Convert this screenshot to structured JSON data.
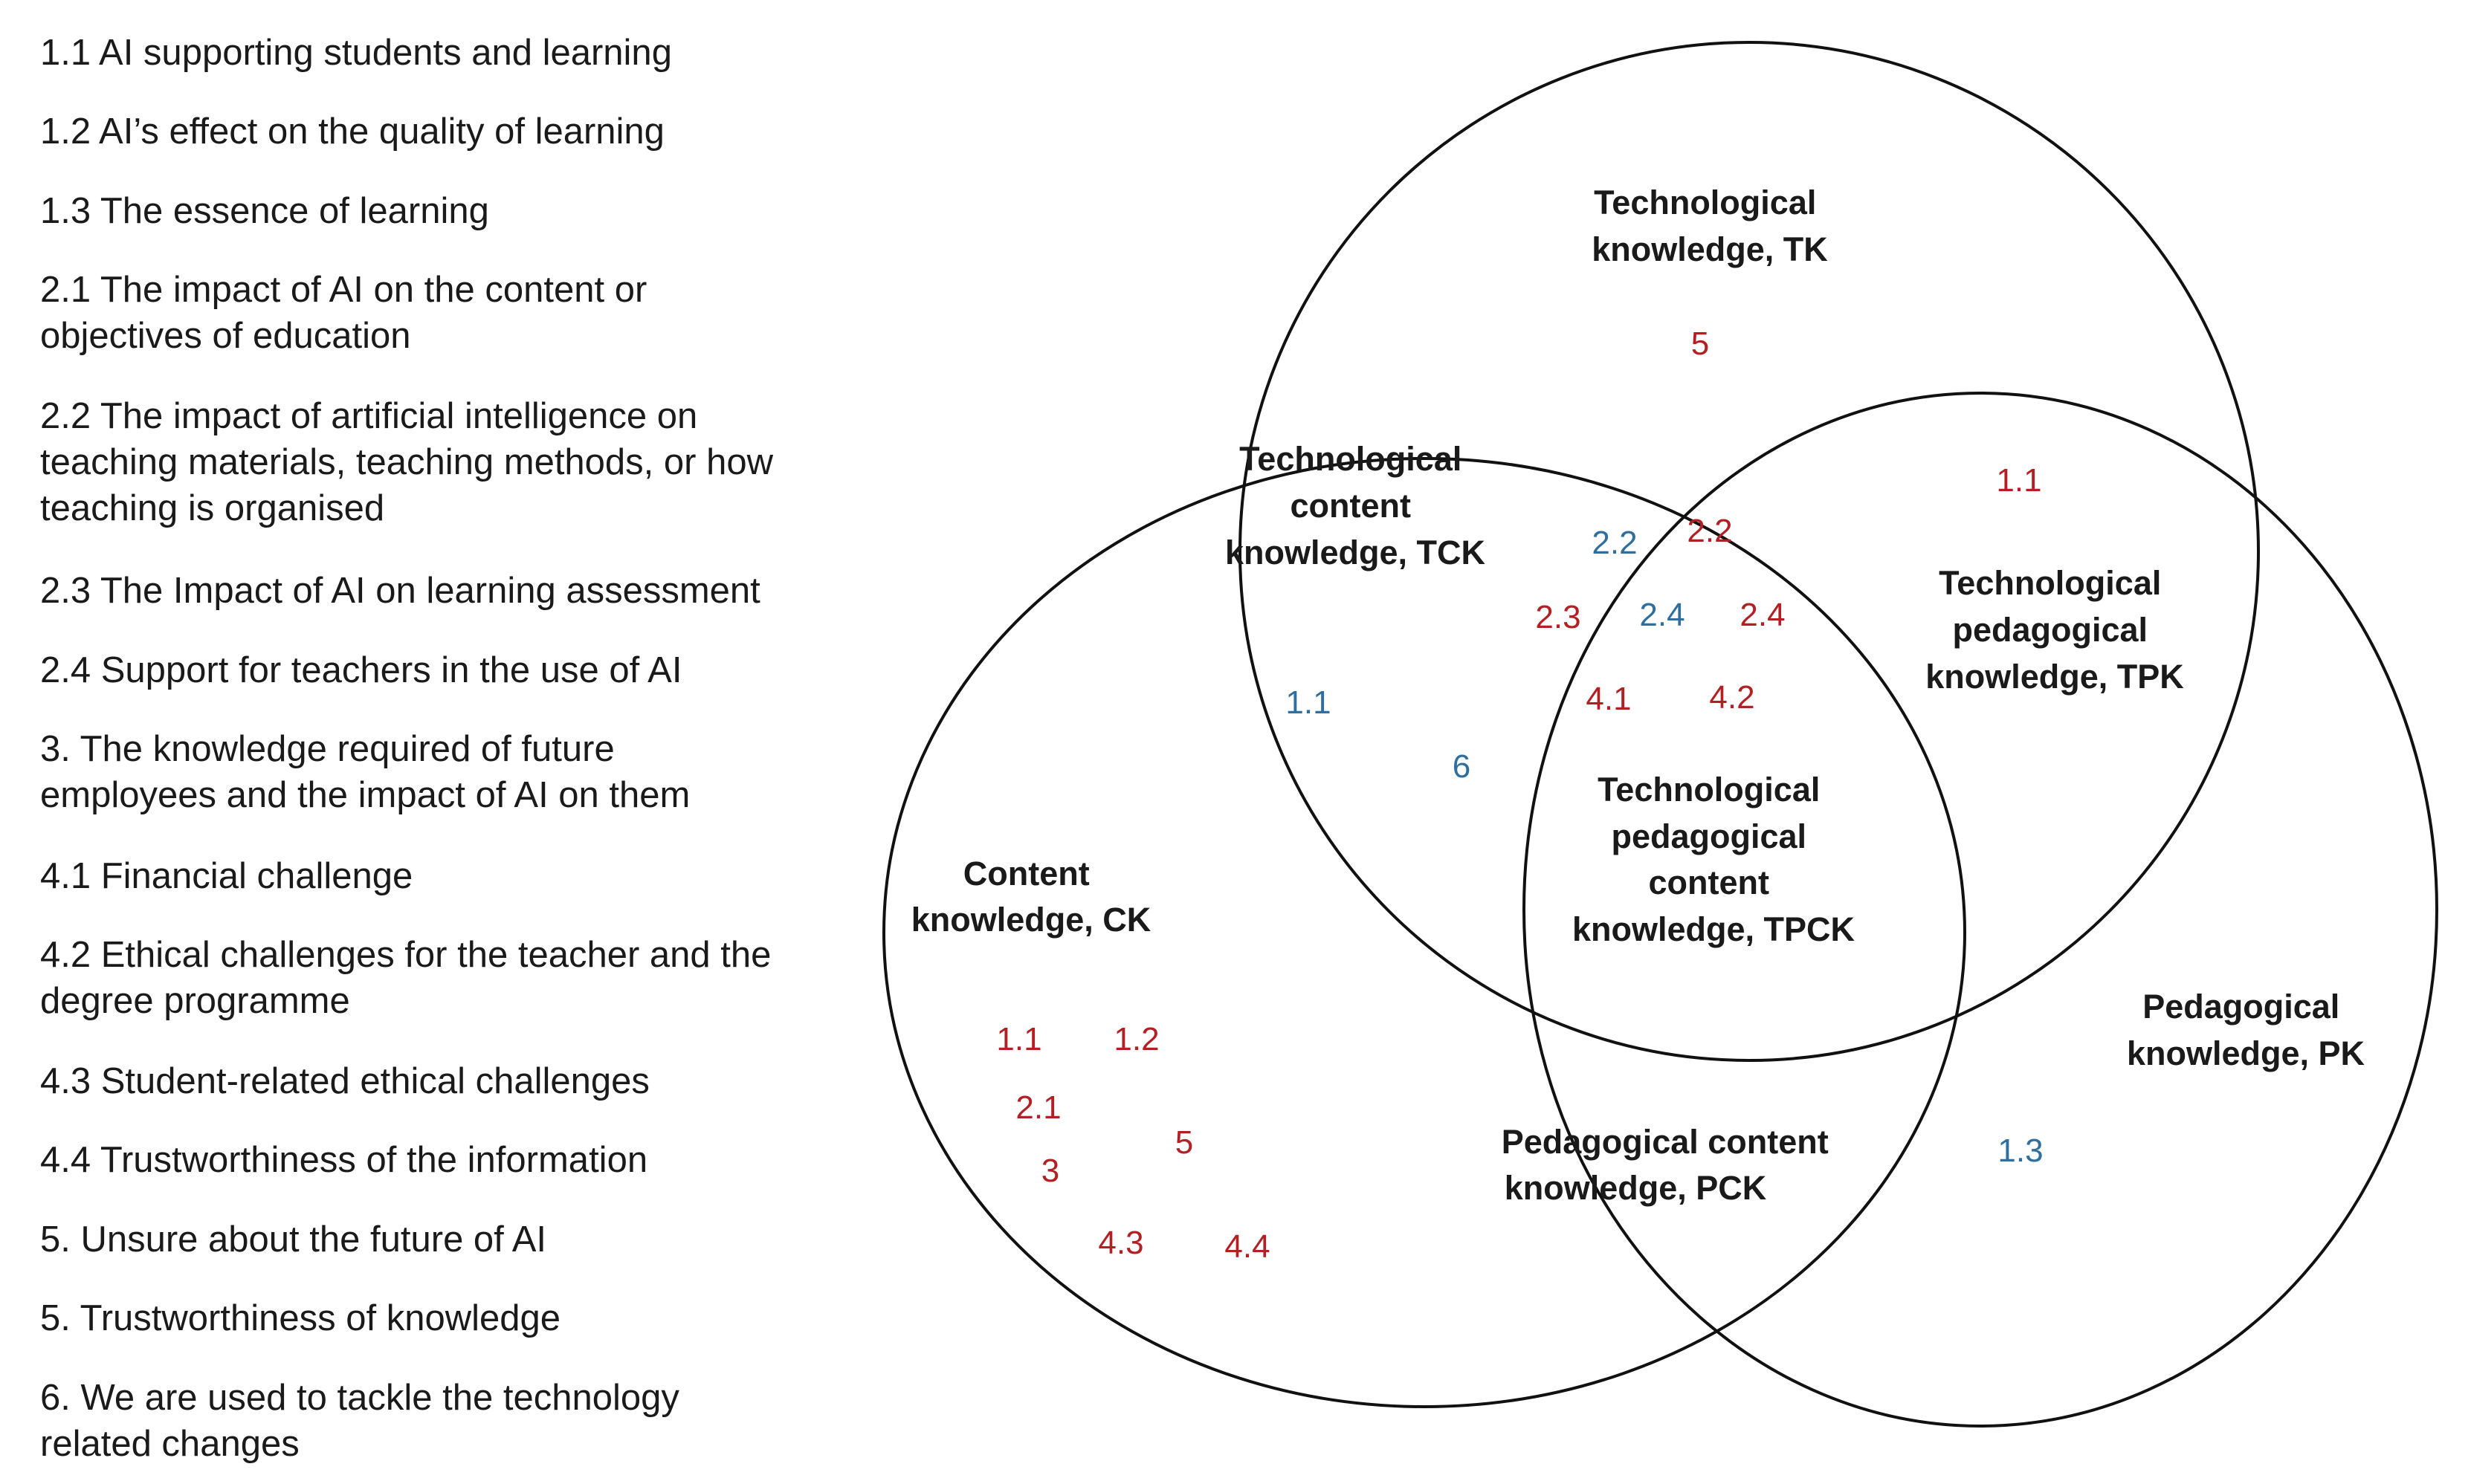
{
  "legend": [
    {
      "text": "1.1 AI supporting students and learning"
    },
    {
      "text": "1.2 AI’s effect on the quality of learning"
    },
    {
      "text": "1.3 The essence of learning"
    },
    {
      "text": "2.1 The impact of AI on the content or\nobjectives of education"
    },
    {
      "text": "2.2 The impact of artificial intelligence on\nteaching materials, teaching methods, or how\nteaching is organised"
    },
    {
      "text": "2.3 The Impact of AI on learning assessment"
    },
    {
      "text": "2.4 Support for teachers in the use of AI"
    },
    {
      "text": "3. The knowledge required of future\nemployees and the impact of AI on them"
    },
    {
      "text": "4.1 Financial challenge"
    },
    {
      "text": "4.2 Ethical challenges for the teacher and the\ndegree programme"
    },
    {
      "text": "4.3 Student-related ethical challenges"
    },
    {
      "text": "4.4 Trustworthiness of the information"
    },
    {
      "text": "5. Unsure about the future of AI"
    },
    {
      "text": "5. Trustworthiness of knowledge"
    },
    {
      "text": "6. We are used to tackle the technology\nrelated changes"
    }
  ],
  "colors": {
    "red": "#b22024",
    "blue": "#2e6fa0",
    "ink": "#1a1a1a"
  },
  "regions": {
    "tk": {
      "lines": [
        "Technological",
        "knowledge, TK"
      ]
    },
    "tck": {
      "lines": [
        "Technological",
        "content",
        "knowledge, TCK"
      ]
    },
    "tpk": {
      "lines": [
        "Technological",
        "pedagogical",
        "knowledge, TPK"
      ]
    },
    "tpck": {
      "lines": [
        "Technological",
        "pedagogical",
        "content",
        "knowledge, TPCK"
      ]
    },
    "ck": {
      "lines": [
        "Content",
        "knowledge, CK"
      ]
    },
    "pk": {
      "lines": [
        "Pedagogical",
        "knowledge, PK"
      ]
    },
    "pck": {
      "lines": [
        "Pedagogical content",
        "knowledge, PCK"
      ]
    }
  },
  "codes": [
    {
      "region": "tk",
      "text": "5",
      "color": "red"
    },
    {
      "region": "tpk",
      "text": "1.1",
      "color": "red"
    },
    {
      "region": "tck",
      "text": "1.1",
      "color": "blue"
    },
    {
      "region": "tpck",
      "text": "2.2",
      "color": "blue"
    },
    {
      "region": "tpck",
      "text": "2.2",
      "color": "red"
    },
    {
      "region": "tpck",
      "text": "2.3",
      "color": "red"
    },
    {
      "region": "tpck",
      "text": "2.4",
      "color": "blue"
    },
    {
      "region": "tpck",
      "text": "2.4",
      "color": "red"
    },
    {
      "region": "tpck",
      "text": "4.1",
      "color": "red"
    },
    {
      "region": "tpck",
      "text": "4.2",
      "color": "red"
    },
    {
      "region": "tpck",
      "text": "6",
      "color": "blue"
    },
    {
      "region": "ck",
      "text": "1.1",
      "color": "red"
    },
    {
      "region": "ck",
      "text": "1.2",
      "color": "red"
    },
    {
      "region": "ck",
      "text": "2.1",
      "color": "red"
    },
    {
      "region": "ck",
      "text": "5",
      "color": "red"
    },
    {
      "region": "ck",
      "text": "3",
      "color": "red"
    },
    {
      "region": "ck",
      "text": "4.3",
      "color": "red"
    },
    {
      "region": "ck",
      "text": "4.4",
      "color": "red"
    },
    {
      "region": "pk",
      "text": "1.3",
      "color": "blue"
    }
  ]
}
